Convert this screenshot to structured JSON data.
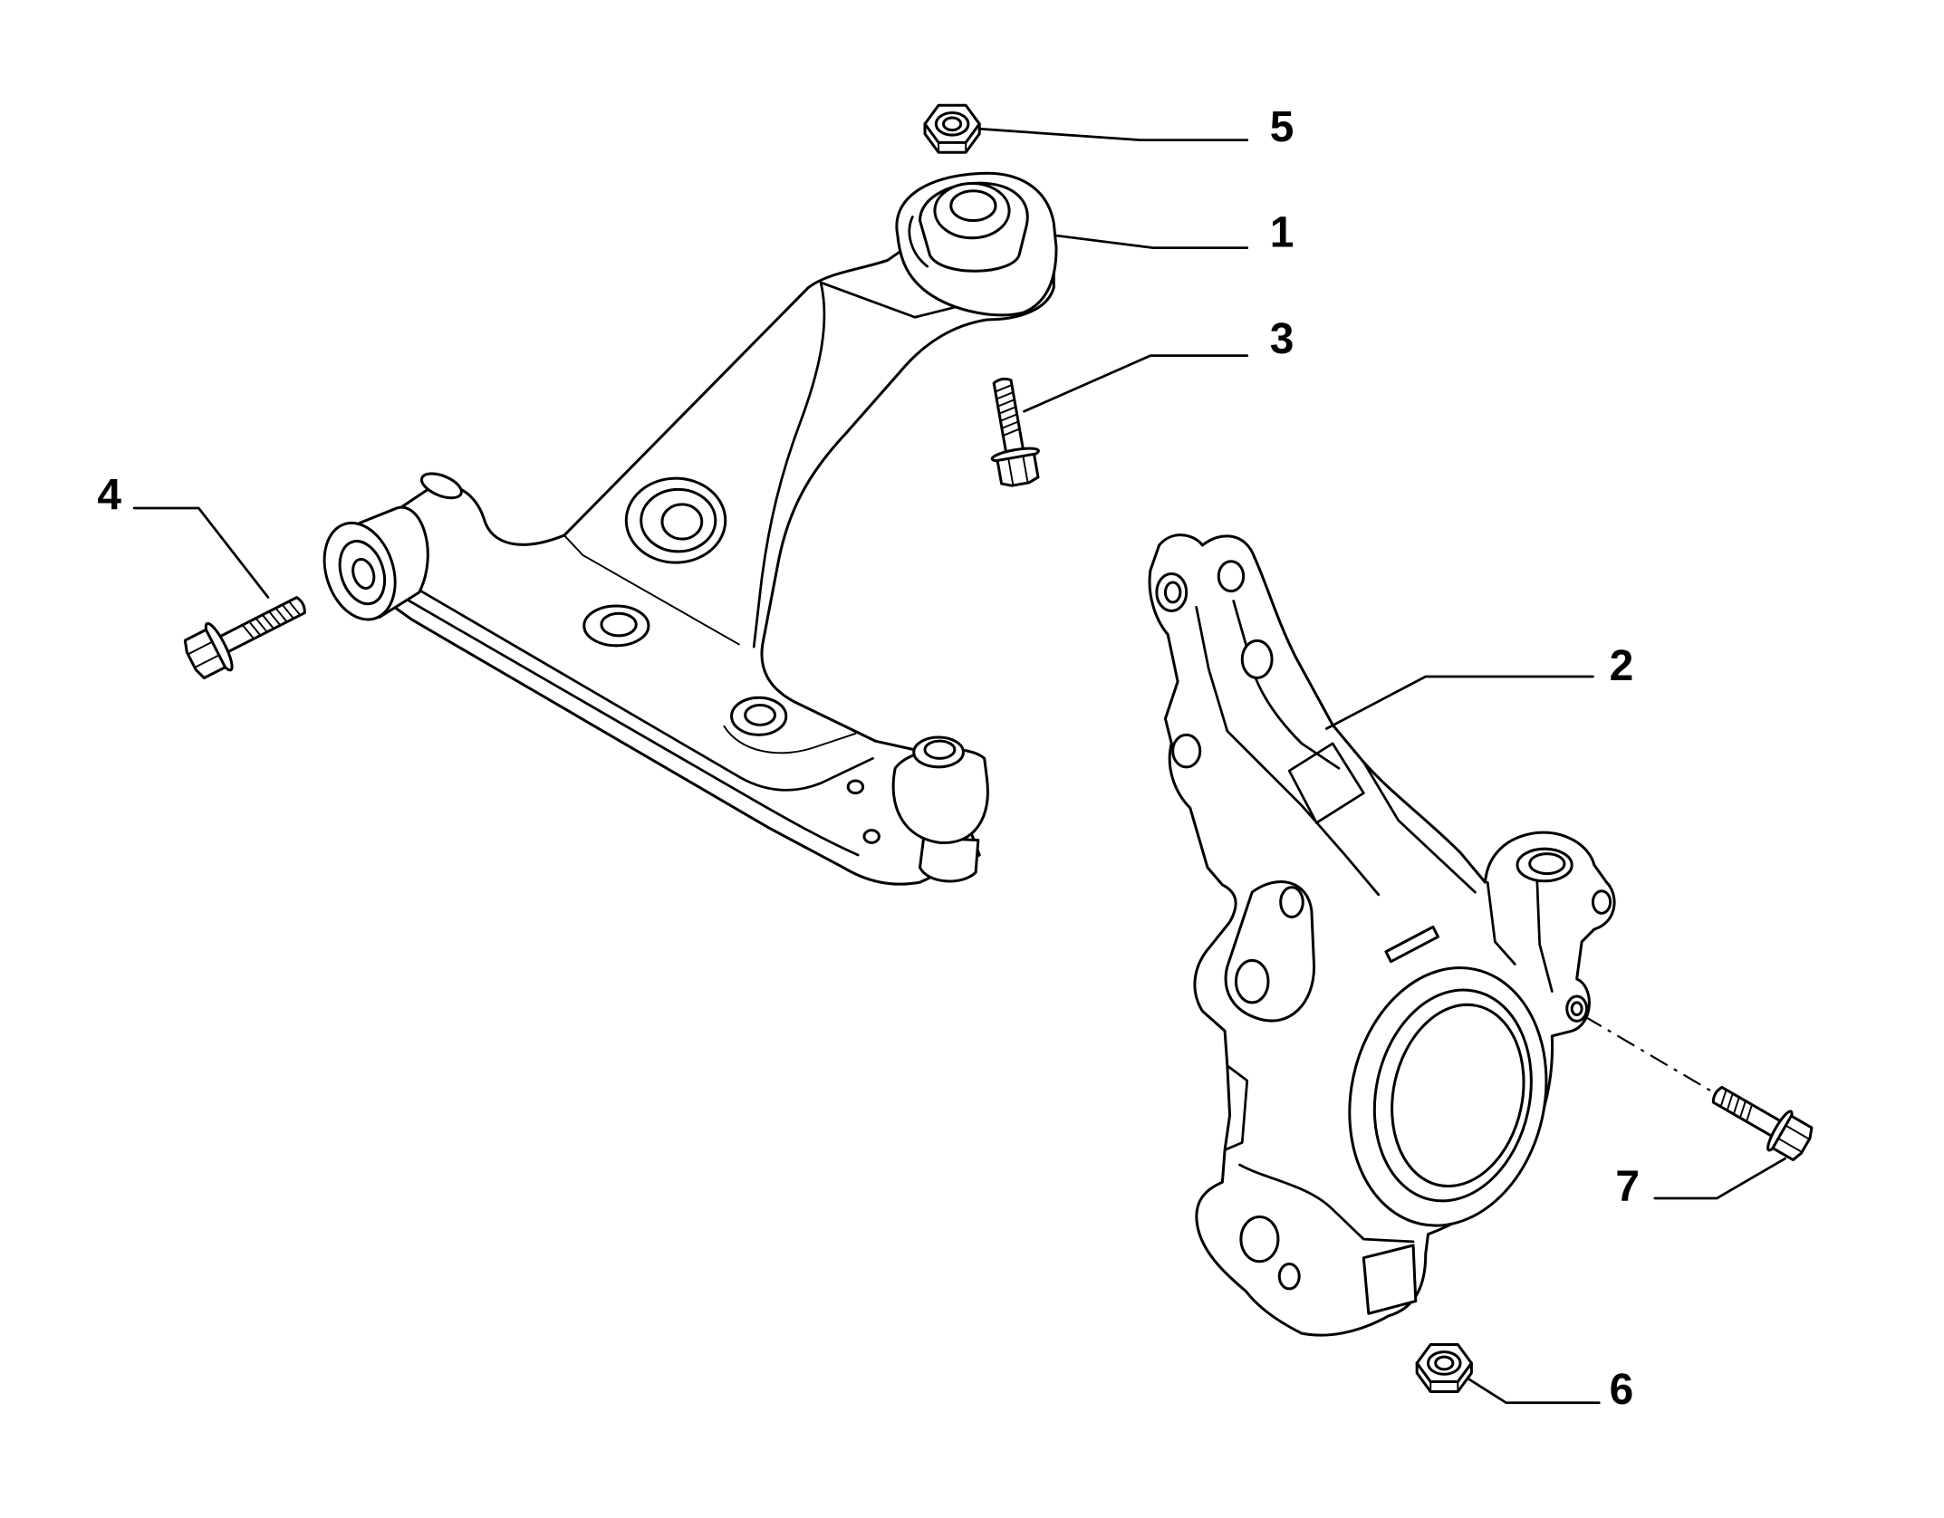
{
  "diagram": {
    "callouts": [
      {
        "label": "1"
      },
      {
        "label": "2"
      },
      {
        "label": "3"
      },
      {
        "label": "4"
      },
      {
        "label": "5"
      },
      {
        "label": "6"
      },
      {
        "label": "7"
      }
    ]
  },
  "colors": {
    "line": "#000000",
    "background": "#ffffff"
  }
}
